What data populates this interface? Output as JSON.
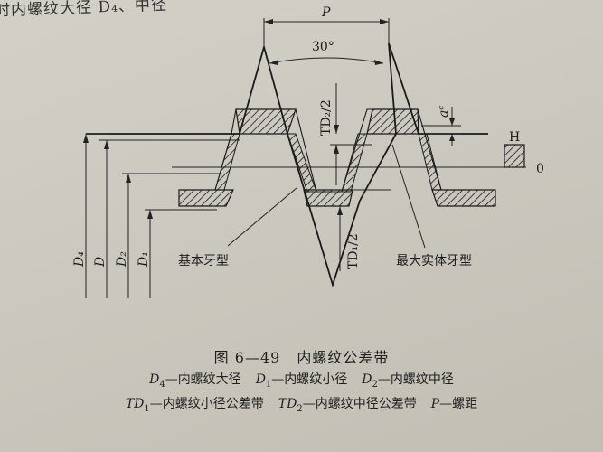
{
  "header_fragment": "时内螺纹大径 D₄、中径",
  "figure": {
    "labels": {
      "p": "P",
      "angle": "30°",
      "td2_half": "TD₂/2",
      "td1_half": "TD₁/2",
      "ac": "aᶜ",
      "h": "H",
      "zero": "0",
      "d4": "D₄",
      "d": "D",
      "d2": "D₂",
      "d1": "D₁",
      "basic_profile": "基本牙型",
      "max_material_profile": "最大实体牙型"
    }
  },
  "caption": {
    "number": "图 6—49",
    "title": "内螺纹公差带"
  },
  "legend": {
    "line1": [
      {
        "sym": "D",
        "sub": "4",
        "text": "—内螺纹大径"
      },
      {
        "sym": "D",
        "sub": "1",
        "text": "—内螺纹小径"
      },
      {
        "sym": "D",
        "sub": "2",
        "text": "—内螺纹中径"
      }
    ],
    "line2": [
      {
        "sym": "TD",
        "sub": "1",
        "text": "—内螺纹小径公差带"
      },
      {
        "sym": "TD",
        "sub": "2",
        "text": "—内螺纹中径公差带"
      },
      {
        "sym": "P",
        "sub": "",
        "text": "—螺距"
      }
    ]
  }
}
